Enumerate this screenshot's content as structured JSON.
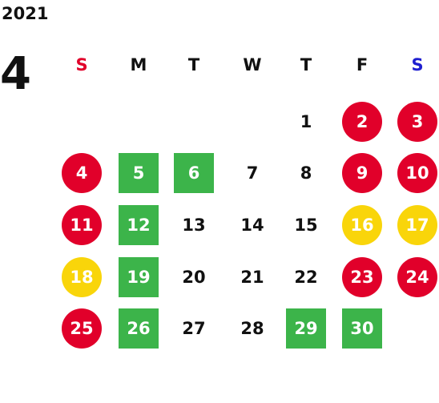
{
  "calendar": {
    "year": "2021",
    "month": "4",
    "weekdays": [
      {
        "label": "S",
        "color": "#e1002a"
      },
      {
        "label": "M",
        "color": "#111111"
      },
      {
        "label": "T",
        "color": "#111111"
      },
      {
        "label": "W",
        "color": "#111111"
      },
      {
        "label": "T",
        "color": "#111111"
      },
      {
        "label": "F",
        "color": "#111111"
      },
      {
        "label": "S",
        "color": "#1f1fd0"
      }
    ],
    "colors": {
      "red": "#e1002a",
      "yellow": "#f9d50a",
      "green": "#3cb44a",
      "text": "#111111"
    },
    "weeks": [
      [
        null,
        null,
        null,
        null,
        {
          "day": "1",
          "style": "plain"
        },
        {
          "day": "2",
          "style": "red-circle"
        },
        {
          "day": "3",
          "style": "red-circle"
        }
      ],
      [
        {
          "day": "4",
          "style": "red-circle"
        },
        {
          "day": "5",
          "style": "green-square"
        },
        {
          "day": "6",
          "style": "green-square"
        },
        {
          "day": "7",
          "style": "plain"
        },
        {
          "day": "8",
          "style": "plain"
        },
        {
          "day": "9",
          "style": "red-circle"
        },
        {
          "day": "10",
          "style": "red-circle"
        }
      ],
      [
        {
          "day": "11",
          "style": "red-circle"
        },
        {
          "day": "12",
          "style": "green-square"
        },
        {
          "day": "13",
          "style": "plain"
        },
        {
          "day": "14",
          "style": "plain"
        },
        {
          "day": "15",
          "style": "plain"
        },
        {
          "day": "16",
          "style": "yellow-circle"
        },
        {
          "day": "17",
          "style": "yellow-circle"
        }
      ],
      [
        {
          "day": "18",
          "style": "yellow-circle"
        },
        {
          "day": "19",
          "style": "green-square"
        },
        {
          "day": "20",
          "style": "plain"
        },
        {
          "day": "21",
          "style": "plain"
        },
        {
          "day": "22",
          "style": "plain"
        },
        {
          "day": "23",
          "style": "red-circle"
        },
        {
          "day": "24",
          "style": "red-circle"
        }
      ],
      [
        {
          "day": "25",
          "style": "red-circle"
        },
        {
          "day": "26",
          "style": "green-square"
        },
        {
          "day": "27",
          "style": "plain"
        },
        {
          "day": "28",
          "style": "plain"
        },
        {
          "day": "29",
          "style": "green-square"
        },
        {
          "day": "30",
          "style": "green-square"
        },
        null
      ]
    ]
  }
}
